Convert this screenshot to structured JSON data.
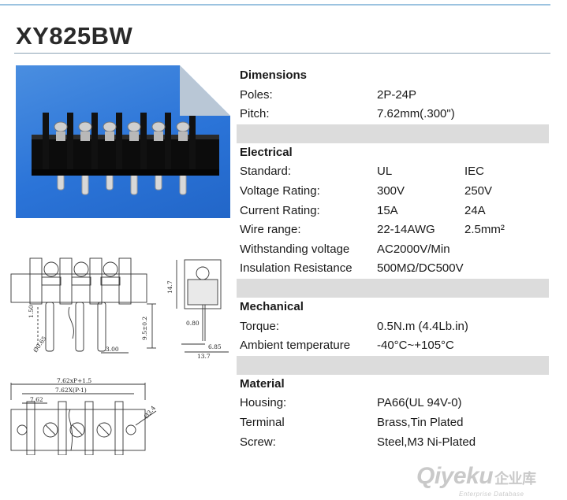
{
  "title": "XY825BW",
  "sections": [
    {
      "heading": "Dimensions",
      "rows": [
        [
          "Poles:",
          "2P-24P",
          ""
        ],
        [
          "Pitch:",
          "7.62mm(.300\")",
          ""
        ]
      ]
    },
    {
      "heading": "Electrical",
      "rows": [
        [
          "Standard:",
          "UL",
          "IEC"
        ],
        [
          "Voltage Rating:",
          "300V",
          "250V"
        ],
        [
          "Current Rating:",
          "15A",
          "24A"
        ],
        [
          "Wire range:",
          "22-14AWG",
          "2.5mm²"
        ],
        [
          "Withstanding voltage",
          "AC2000V/Min",
          ""
        ],
        [
          "Insulation Resistance",
          "500MΩ/DC500V",
          ""
        ]
      ]
    },
    {
      "heading": "Mechanical",
      "rows": [
        [
          "Torque:",
          "0.5N.m (4.4Lb.in)",
          ""
        ],
        [
          "Ambient temperature",
          "-40°C~+105°C",
          ""
        ]
      ]
    },
    {
      "heading": "Material",
      "rows": [
        [
          "Housing:",
          "PA66(UL 94V-0)",
          ""
        ],
        [
          "Terminal",
          "Brass,Tin Plated",
          ""
        ],
        [
          "Screw:",
          "Steel,M3 Ni-Plated",
          ""
        ]
      ]
    }
  ],
  "drawing_labels": {
    "side_h1": "1.50",
    "side_h2": "9.5±0.2",
    "side_pitch": "3.00",
    "side_pin": "Ø0.65",
    "end_height": "14.7",
    "end_pin": "0.80",
    "end_off": "6.85",
    "end_width": "13.7",
    "top_total": "7.62xP+1.5",
    "top_span": "7.62X(P-1)",
    "top_pitch": "7.62",
    "top_hole": "Ø3.4"
  },
  "watermark": {
    "brand": "Qiyeku",
    "cn": "企业库",
    "sub": "Enterprise Database"
  },
  "colors": {
    "photo_bg": "#2b74d8",
    "band": "#dcdcdc",
    "rule": "#8aa2b4"
  }
}
